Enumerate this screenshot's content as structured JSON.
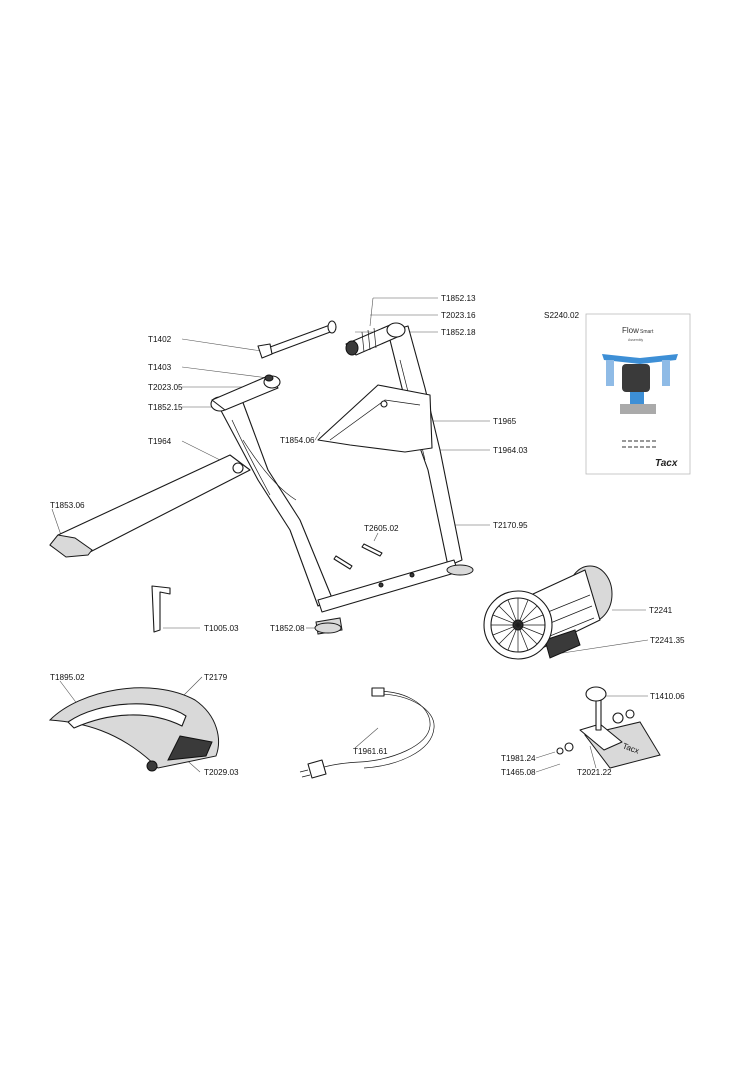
{
  "labels": {
    "T1852_13": "T1852.13",
    "T2023_16": "T2023.16",
    "T1852_18": "T1852.18",
    "S2240_02": "S2240.02",
    "T1402": "T1402",
    "T1403": "T1403",
    "T2023_05": "T2023.05",
    "T1852_15": "T1852.15",
    "T1965": "T1965",
    "T1854_06": "T1854.06",
    "T1964_03": "T1964.03",
    "T1964": "T1964",
    "T1853_06": "T1853.06",
    "T2605_02": "T2605.02",
    "T2170_95": "T2170.95",
    "T2241": "T2241",
    "T1005_03": "T1005.03",
    "T1852_08": "T1852.08",
    "T2241_35": "T2241.35",
    "T1895_02": "T1895.02",
    "T2179": "T2179",
    "T1410_06": "T1410.06",
    "T1961_61": "T1961.61",
    "T1981_24": "T1981.24",
    "T1465_08": "T1465.08",
    "T2029_03": "T2029.03",
    "T2021_22": "T2021.22"
  },
  "manual": {
    "title": "Flow",
    "title_suffix": "Smart",
    "subtitle": "Assembly",
    "brand": "Tacx"
  },
  "colors": {
    "accent_blue": "#3d8fd6",
    "line": "#1a1a1a"
  }
}
